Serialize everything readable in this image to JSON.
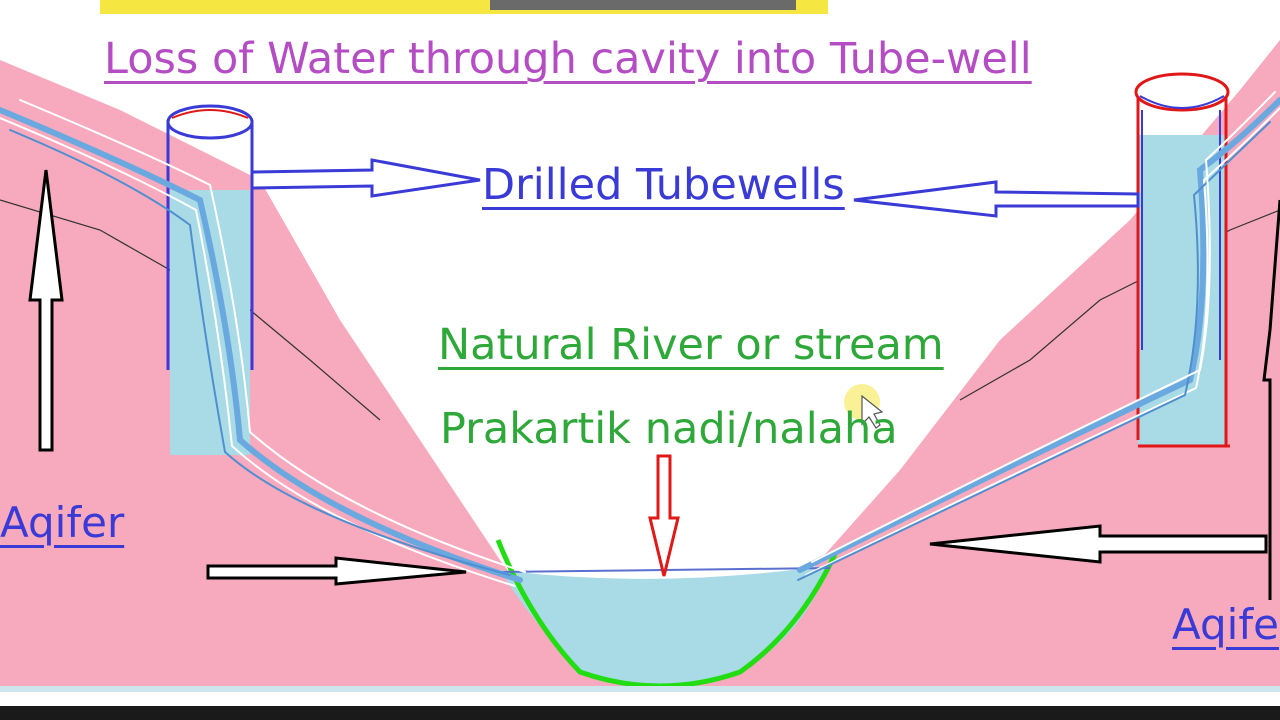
{
  "title": "Loss of Water through cavity into Tube-well",
  "labels": {
    "tubewells": "Drilled Tubewells",
    "river": "Natural River or stream",
    "river_hindi": "Prakartik nadi/nalaha",
    "aquifer_left": "Aqifer",
    "aquifer_right": "Aqife"
  },
  "colors": {
    "title": "#b44cc4",
    "tubewells": "#3a3ad6",
    "river": "#2fa83a",
    "aquifer": "#3a3ad6",
    "soil": "#f7a9be",
    "water": "#a8dbe6",
    "river_outline": "#22dd11",
    "down_arrow": "#e01818"
  }
}
